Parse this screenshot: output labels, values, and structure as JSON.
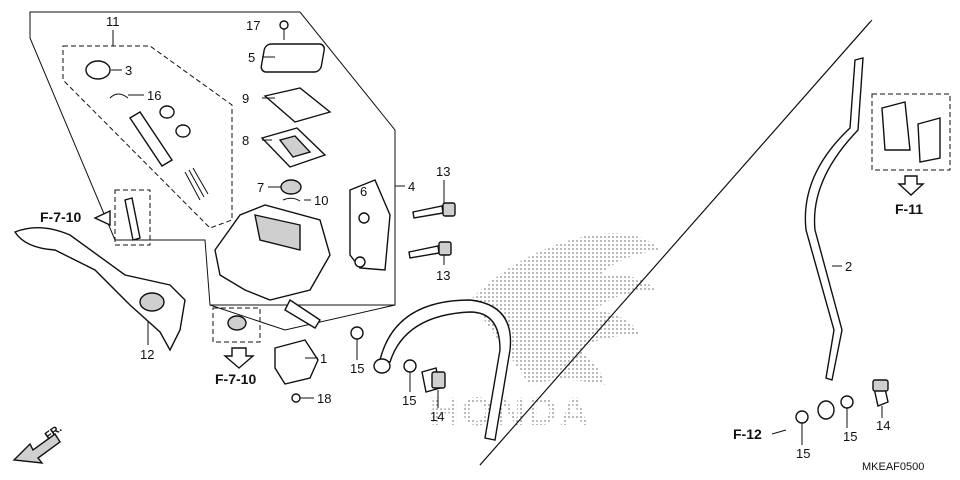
{
  "diagram": {
    "code": "MKEAF0500",
    "direction": "FR.",
    "watermark_text": "HONDA",
    "callouts": [
      {
        "id": "c17",
        "label": "17"
      },
      {
        "id": "c5",
        "label": "5"
      },
      {
        "id": "c9",
        "label": "9"
      },
      {
        "id": "c8",
        "label": "8"
      },
      {
        "id": "c7",
        "label": "7"
      },
      {
        "id": "c10",
        "label": "10"
      },
      {
        "id": "c6",
        "label": "6"
      },
      {
        "id": "c4",
        "label": "4"
      },
      {
        "id": "c13a",
        "label": "13"
      },
      {
        "id": "c13b",
        "label": "13"
      },
      {
        "id": "c11",
        "label": "11"
      },
      {
        "id": "c3",
        "label": "3"
      },
      {
        "id": "c16",
        "label": "16"
      },
      {
        "id": "c12",
        "label": "12"
      },
      {
        "id": "c1",
        "label": "1"
      },
      {
        "id": "c18",
        "label": "18"
      },
      {
        "id": "c15a",
        "label": "15"
      },
      {
        "id": "c15b",
        "label": "15"
      },
      {
        "id": "c14a",
        "label": "14"
      },
      {
        "id": "c2",
        "label": "2"
      },
      {
        "id": "c15c",
        "label": "15"
      },
      {
        "id": "c15d",
        "label": "15"
      },
      {
        "id": "c14b",
        "label": "14"
      }
    ],
    "references": [
      {
        "id": "r1",
        "label": "F-7-10"
      },
      {
        "id": "r2",
        "label": "F-7-10"
      },
      {
        "id": "r3",
        "label": "F-11"
      },
      {
        "id": "r4",
        "label": "F-12"
      }
    ]
  }
}
